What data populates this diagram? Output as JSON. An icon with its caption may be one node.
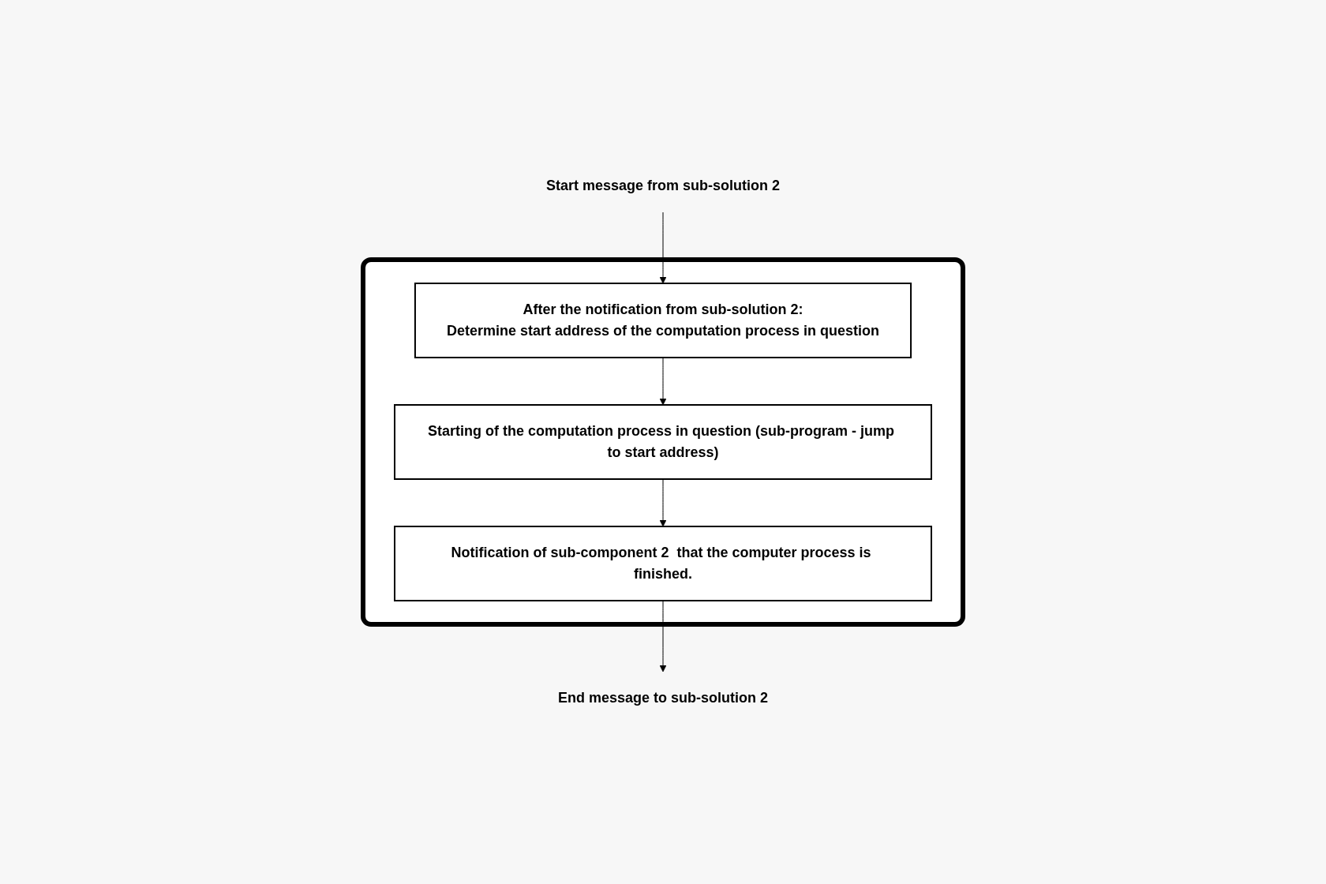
{
  "diagram": {
    "nodes": [
      {
        "text": [
          "Start message from sub-solution 2"
        ]
      },
      {
        "text": [],
        "shape": "box"
      },
      {
        "text": [
          "After the notification from sub-solution 2:",
          "Determine start address of the computation  process in question"
        ],
        "in": 1
      },
      {
        "text": [
          "Starting of the computation process in question (sub-program - jump to start address)"
        ],
        "in": 1
      },
      {
        "text": [
          "Notification of sub-component 2  that the computer process is finished."
        ],
        "in": 1
      },
      {
        "text": [
          "End message to sub-solution 2"
        ]
      }
    ],
    "edges": [
      {
        "from": 0,
        "to": 2,
        "arrow": "to"
      },
      {
        "from": 2,
        "to": 3,
        "arrow": "to"
      },
      {
        "from": 3,
        "to": 4,
        "arrow": "to"
      },
      {
        "from": 4,
        "to": 5,
        "arrow": "to"
      }
    ]
  }
}
